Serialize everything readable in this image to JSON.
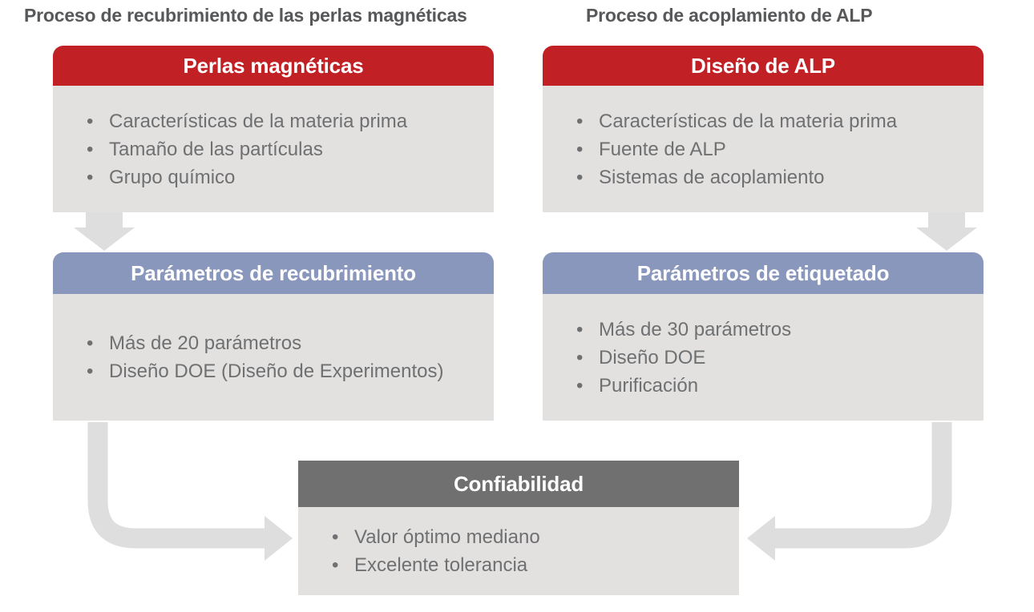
{
  "titles": {
    "left": "Proceso de recubrimiento de las perlas magnéticas",
    "right": "Proceso de acoplamiento de ALP"
  },
  "boxes": [
    {
      "id": "perlas-magneticas",
      "header": "Perlas magnéticas",
      "header_color": "red",
      "bullets": [
        "Características de la materia prima",
        "Tamaño de las partículas",
        "Grupo químico"
      ]
    },
    {
      "id": "diseno-de-alp",
      "header": "Diseño de ALP",
      "header_color": "red",
      "bullets": [
        "Características de la materia prima",
        "Fuente de ALP",
        "Sistemas de acoplamiento"
      ]
    },
    {
      "id": "parametros-de-recubrimiento",
      "header": "Parámetros de recubrimiento",
      "header_color": "blue",
      "bullets": [
        "Más de 20 parámetros",
        "Diseño DOE (Diseño de Experimentos)"
      ]
    },
    {
      "id": "parametros-de-etiquetado",
      "header": "Parámetros de etiquetado",
      "header_color": "blue",
      "bullets": [
        "Más de 30 parámetros",
        "Diseño DOE",
        "Purificación"
      ]
    },
    {
      "id": "confiabilidad",
      "header": "Confiabilidad",
      "header_color": "gray",
      "bullets": [
        "Valor óptimo mediano",
        "Excelente tolerancia"
      ]
    }
  ],
  "colors": {
    "header_red": "#C12025",
    "header_blue": "#8997BC",
    "header_gray": "#707070",
    "panel_gray": "#E2E1E0",
    "arrow_gray": "#DEDEDE",
    "title_text": "#57585A",
    "body_text": "#6F7072"
  }
}
